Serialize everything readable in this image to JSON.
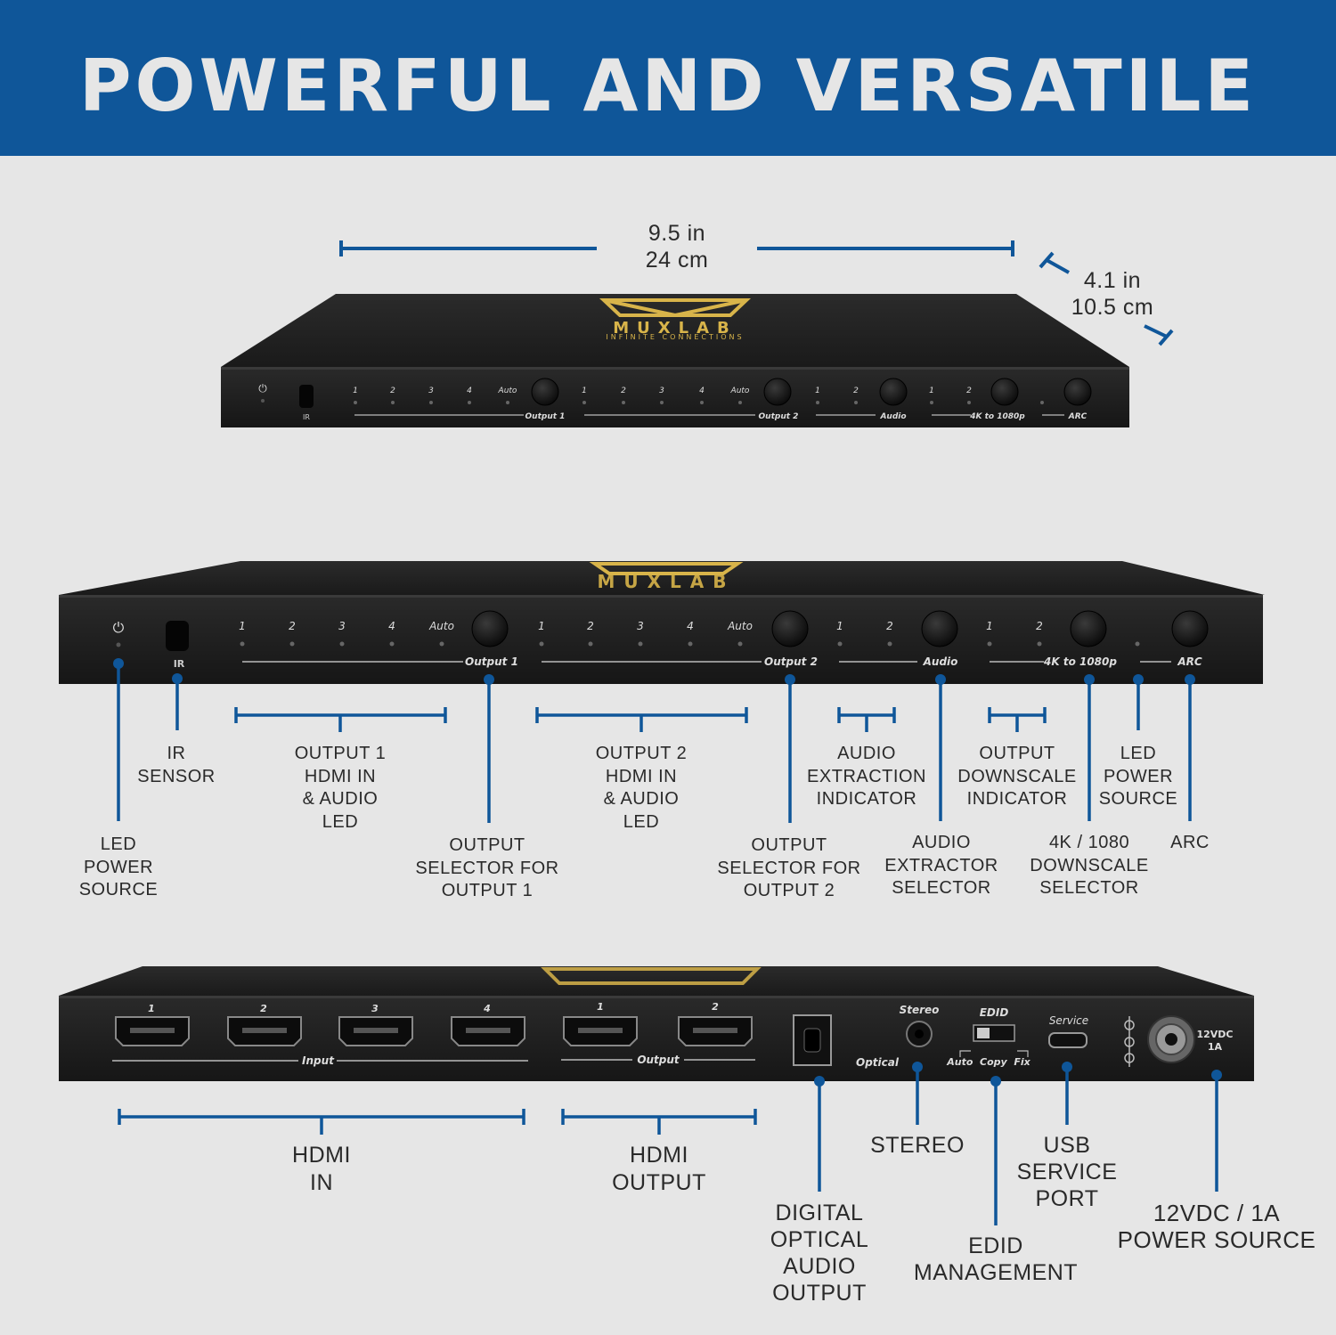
{
  "banner": {
    "title": "POWERFUL AND VERSATILE",
    "color": "#0f5699"
  },
  "dimensions": {
    "width": "9.5 in\n24 cm",
    "depth": "4.1 in\n10.5 cm"
  },
  "device": {
    "brand": "MUXLAB",
    "tagline": "INFINITE CONNECTIONS",
    "front": {
      "ir": "IR",
      "input_numbers": [
        "1",
        "2",
        "3",
        "4"
      ],
      "auto": "Auto",
      "output1": "Output 1",
      "output2": "Output 2",
      "audio_numbers": [
        "1",
        "2"
      ],
      "audio": "Audio",
      "downscale_numbers": [
        "1",
        "2"
      ],
      "downscale": "4K to 1080p",
      "arc": "ARC"
    },
    "rear": {
      "input_numbers": [
        "1",
        "2",
        "3",
        "4"
      ],
      "input": "Input",
      "output_numbers": [
        "1",
        "2"
      ],
      "output": "Output",
      "optical": "Optical",
      "stereo": "Stereo",
      "edid": "EDID",
      "edid_modes": "Auto  Copy  Fix",
      "service": "Service",
      "power_label": "12VDC\n1A"
    }
  },
  "front_callouts": {
    "led_power": "LED\nPOWER\nSOURCE",
    "ir_sensor": "IR\nSENSOR",
    "output1_led": "OUTPUT 1\nHDMI IN\n& AUDIO\nLED",
    "output1_selector": "OUTPUT\nSELECTOR FOR\nOUTPUT 1",
    "output2_led": "OUTPUT 2\nHDMI IN\n& AUDIO\nLED",
    "output2_selector": "OUTPUT\nSELECTOR FOR\nOUTPUT 2",
    "audio_indicator": "AUDIO\nEXTRACTION\nINDICATOR",
    "audio_selector": "AUDIO\nEXTRACTOR\nSELECTOR",
    "downscale_indicator": "OUTPUT\nDOWNSCALE\nINDICATOR",
    "downscale_selector": "4K / 1080\nDOWNSCALE\nSELECTOR",
    "led_power_right": "LED\nPOWER\nSOURCE",
    "arc": "ARC"
  },
  "rear_callouts": {
    "hdmi_in": "HDMI\nIN",
    "hdmi_output": "HDMI\nOUTPUT",
    "optical": "DIGITAL\nOPTICAL\nAUDIO\nOUTPUT",
    "stereo": "STEREO",
    "edid": "EDID\nMANAGEMENT",
    "usb": "USB\nSERVICE\nPORT",
    "power": "12VDC / 1A\nPOWER SOURCE"
  },
  "colors": {
    "accent": "#0f5699",
    "device": "#1c1c1c",
    "logo": "#d8b44a"
  }
}
